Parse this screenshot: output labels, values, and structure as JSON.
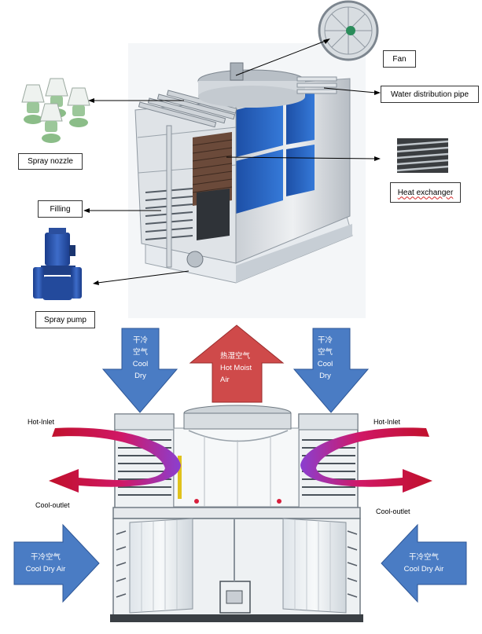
{
  "callouts": {
    "fan": "Fan",
    "water_pipe": "Water distribution pipe",
    "spray_nozzle": "Spray nozzle",
    "heat_exchanger": "Heat exchanger",
    "filling": "Filling",
    "spray_pump": "Spray pump"
  },
  "airflow": {
    "left_top": {
      "cn": "干冷",
      "cn2": "空气",
      "en": "Cool",
      "en2": "Dry"
    },
    "center_up": {
      "cn": "热湿空气",
      "en": "Hot Moist",
      "en2": "Air"
    },
    "right_top": {
      "cn": "干冷",
      "cn2": "空气",
      "en": "Cool",
      "en2": "Dry"
    },
    "left_side": {
      "cn": "干冷空气",
      "en": "Cool Dry Air"
    },
    "right_side": {
      "cn": "干冷空气",
      "en": "Cool Dry Air"
    }
  },
  "fluid": {
    "hot_inlet_left": "Hot-Inlet",
    "hot_inlet_right": "Hot-Inlet",
    "cool_outlet_left": "Cool-outlet",
    "cool_outlet_right": "Cool-outlet"
  },
  "colors": {
    "air_arrow_blue": "#4a7cc4",
    "hot_arrow_red": "#cf4a4a",
    "panel_blue": "#2260c4",
    "hot_pipe_red": "#b3122a",
    "cool_pipe_purple": "#6d3fc0"
  }
}
